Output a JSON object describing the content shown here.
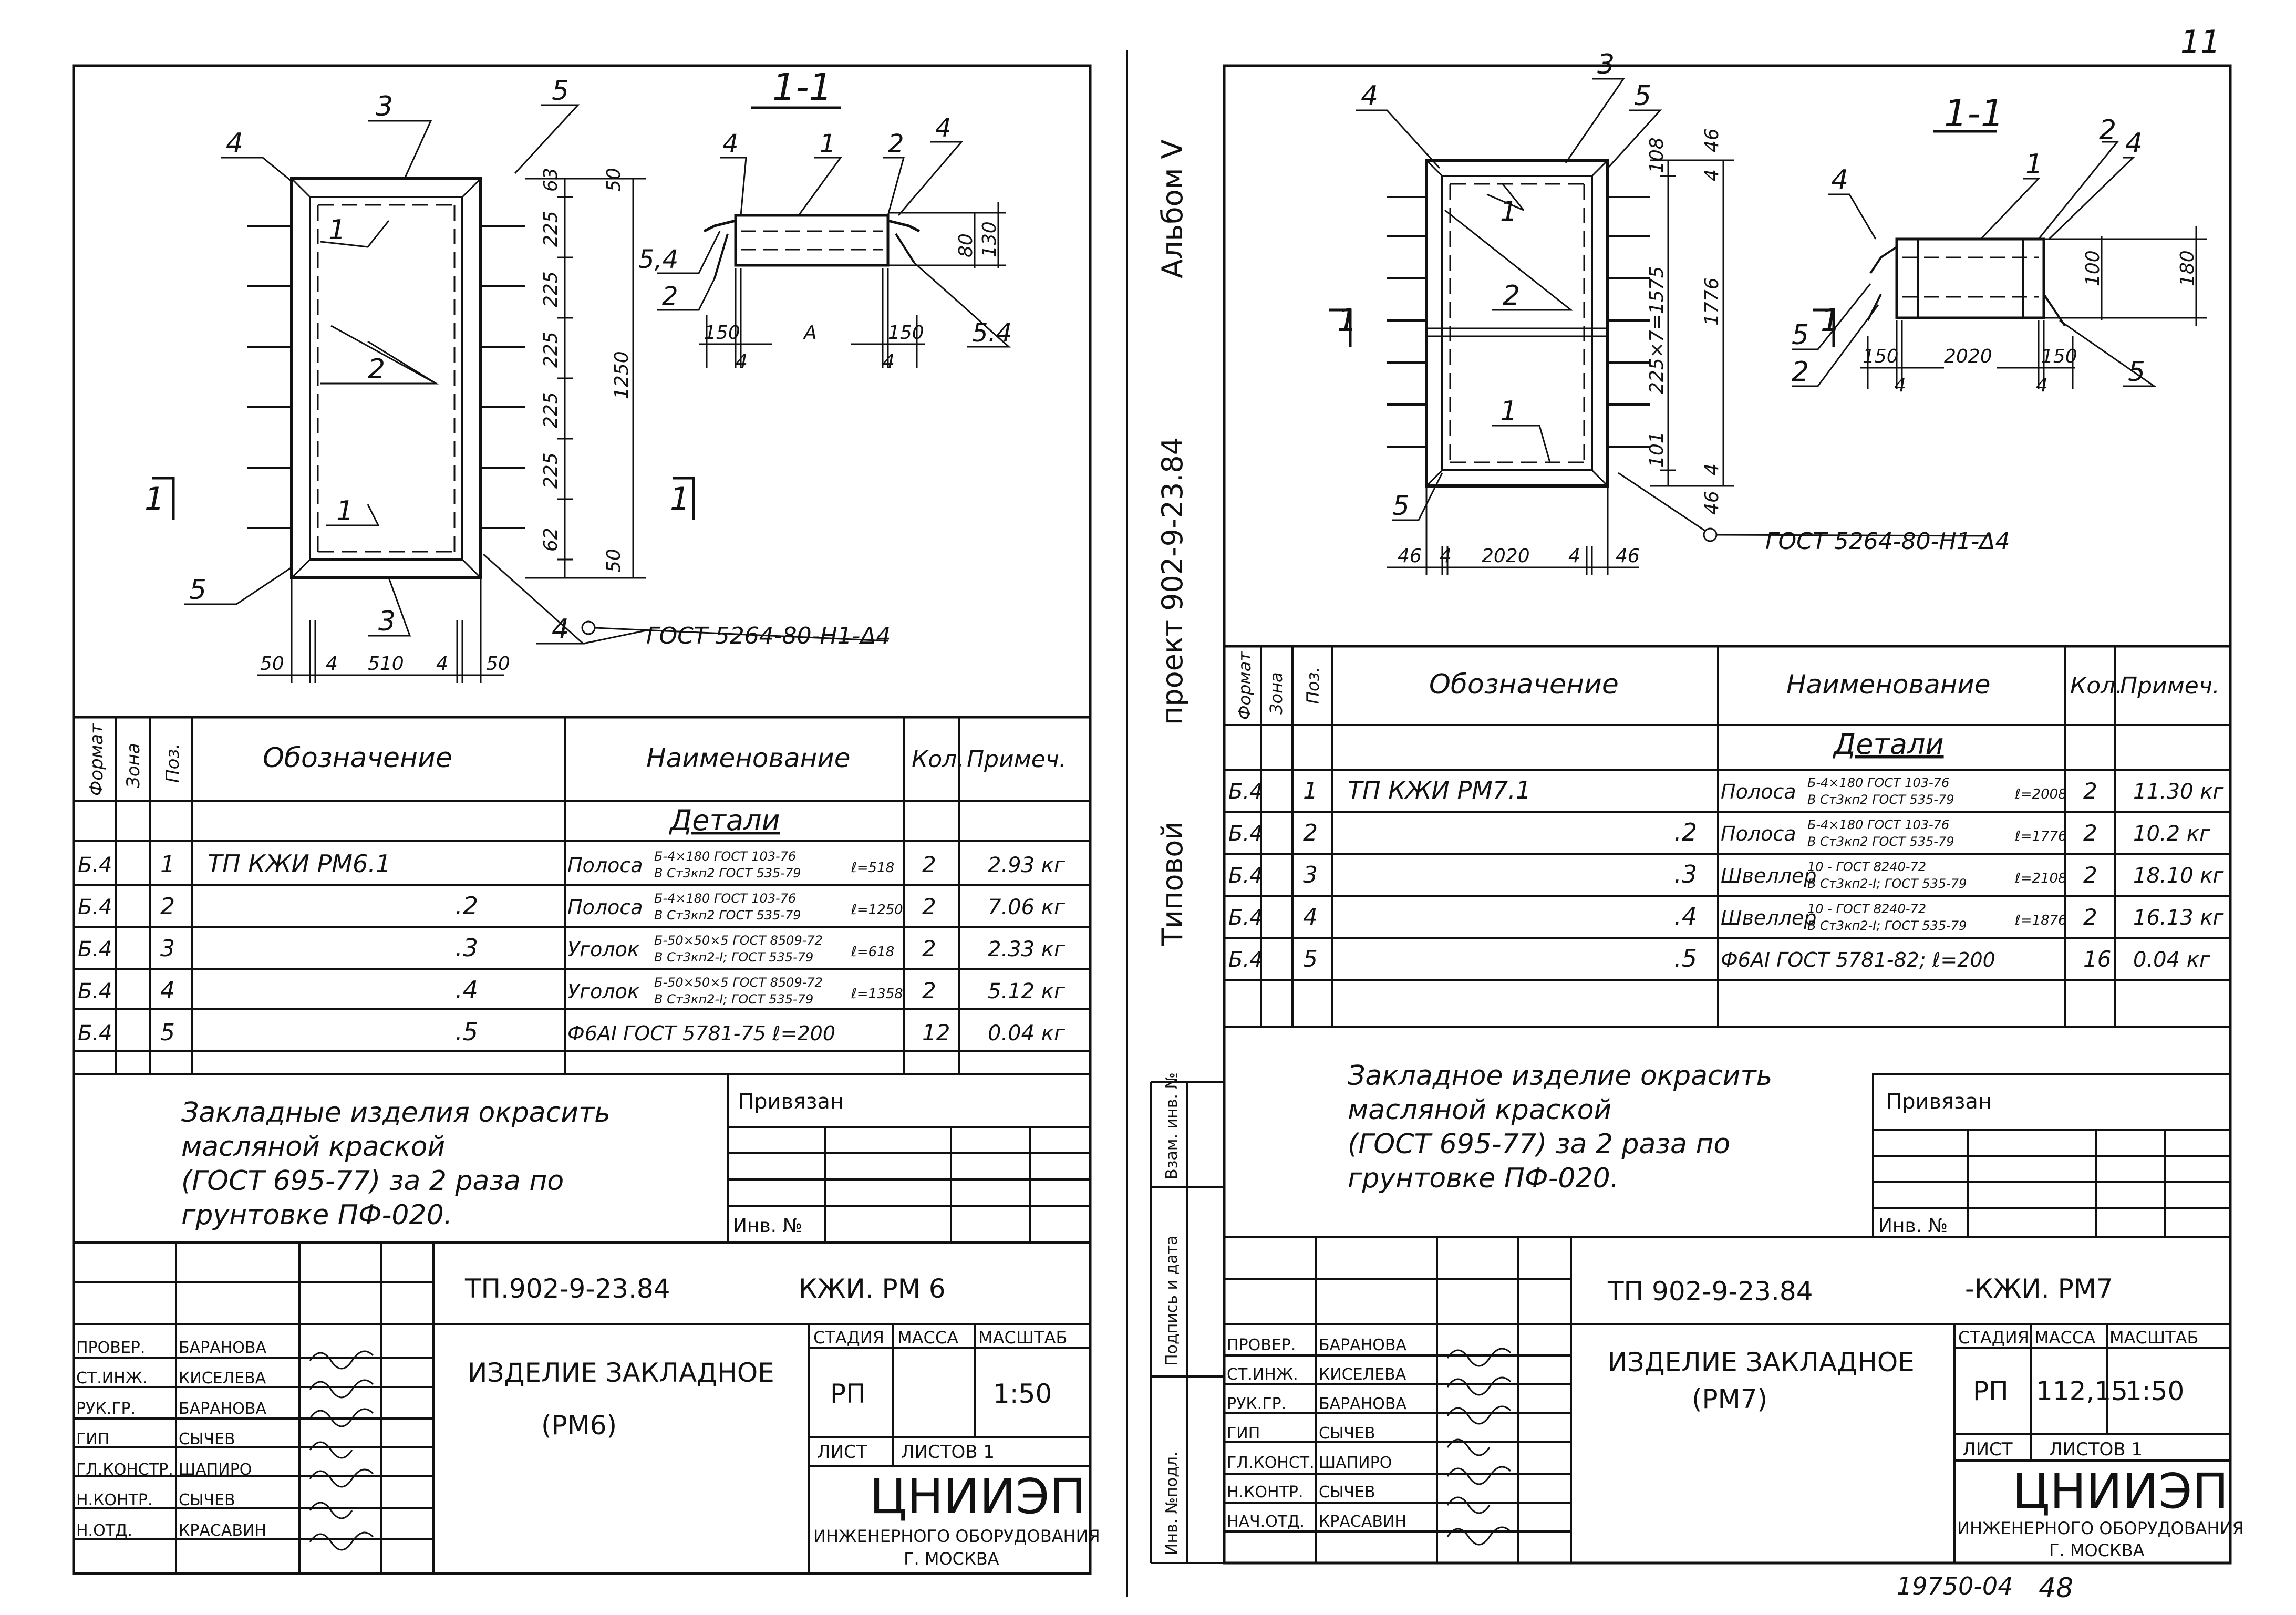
{
  "page_number": "11",
  "album_side": {
    "typovoy": "Типовой",
    "project": "проект 902-9-23.84",
    "album": "Альбом V"
  },
  "left": {
    "section_title": "1-1",
    "cut_label": "1",
    "pos_labels": [
      "1",
      "2",
      "3",
      "4",
      "5",
      "5,4",
      "5.4"
    ],
    "dims_side": [
      "63",
      "225",
      "225",
      "225",
      "225",
      "225",
      "62",
      "50",
      "50",
      "1250"
    ],
    "dims_bottom": [
      "50",
      "4",
      "510",
      "4",
      "50"
    ],
    "dims_section": [
      "150",
      "4",
      "A",
      "150",
      "4",
      "80",
      "130"
    ],
    "gost_note": "ГОСТ 5264-80-Н1-Δ4",
    "spec_headers": [
      "Формат",
      "Зона",
      "Поз.",
      "Обозначение",
      "Наименование",
      "Кол.",
      "Примеч."
    ],
    "details_label": "Детали",
    "spec_rows": [
      {
        "format": "Б.4",
        "pos": "1",
        "designation": "ТП          КЖИ РМ6.1",
        "name": "Полоса",
        "sub_top": "Б-4×180 ГОСТ 103-76",
        "sub_bot": "В Ст3кп2 ГОСТ 535-79",
        "len": "ℓ=518",
        "qty": "2",
        "note": "2.93 кг"
      },
      {
        "format": "Б.4",
        "pos": "2",
        "designation": ".2",
        "name": "Полоса",
        "sub_top": "Б-4×180 ГОСТ 103-76",
        "sub_bot": "В Ст3кп2 ГОСТ 535-79",
        "len": "ℓ=1250",
        "qty": "2",
        "note": "7.06 кг"
      },
      {
        "format": "Б.4",
        "pos": "3",
        "designation": ".3",
        "name": "Уголок",
        "sub_top": "Б-50×50×5 ГОСТ 8509-72",
        "sub_bot": "В Ст3кп2-I; ГОСТ 535-79",
        "len": "ℓ=618",
        "qty": "2",
        "note": "2.33 кг"
      },
      {
        "format": "Б.4",
        "pos": "4",
        "designation": ".4",
        "name": "Уголок",
        "sub_top": "Б-50×50×5 ГОСТ 8509-72",
        "sub_bot": "В Ст3кп2-I; ГОСТ 535-79",
        "len": "ℓ=1358",
        "qty": "2",
        "note": "5.12 кг"
      },
      {
        "format": "Б.4",
        "pos": "5",
        "designation": ".5",
        "name": "Ф6АI ГОСТ 5781-75  ℓ=200",
        "sub_top": "",
        "sub_bot": "",
        "len": "",
        "qty": "12",
        "note": "0.04 кг"
      }
    ],
    "note_lines": [
      "Закладные изделия окрасить",
      "масляной краской",
      "(ГОСТ 695-77) за 2 раза по",
      "грунтовке ПФ-020."
    ],
    "privyazan": "Привязан",
    "inv_no": "Инв. №",
    "doc_code": "ТП.902-9-23.84",
    "doc_code2": "КЖИ. РМ 6",
    "title_lines": [
      "ИЗДЕЛИЕ  ЗАКЛАДНОЕ",
      "(РМ6)"
    ],
    "stage_headers": [
      "СТАДИЯ",
      "МАССА",
      "МАСШТАБ"
    ],
    "stage": "РП",
    "mass": "",
    "scale": "1:50",
    "sheet_label": "ЛИСТ",
    "sheets_label": "ЛИСТОВ 1",
    "signers": [
      {
        "role": "ПРОВЕР.",
        "name": "БАРАНОВА"
      },
      {
        "role": "СТ.ИНЖ.",
        "name": "КИСЕЛЕВА"
      },
      {
        "role": "РУК.ГР.",
        "name": "БАРАНОВА"
      },
      {
        "role": "ГИП",
        "name": "СЫЧЕВ"
      },
      {
        "role": "ГЛ.КОНСТР.",
        "name": "ШАПИРО"
      },
      {
        "role": "Н.КОНТР.",
        "name": "СЫЧЕВ"
      },
      {
        "role": "Н.ОТД.",
        "name": "КРАСАВИН"
      }
    ],
    "org_big": "ЦНИИЭП",
    "org_line2": "ИНЖЕНЕРНОГО ОБОРУДОВАНИЯ",
    "org_line3": "Г. МОСКВА"
  },
  "right": {
    "section_title": "1-1",
    "cut_label": "1",
    "pos_labels": [
      "1",
      "2",
      "3",
      "4",
      "5"
    ],
    "dims_side": [
      "46",
      "108",
      "4",
      "225×7=1575",
      "1776",
      "101",
      "4",
      "46"
    ],
    "dims_bottom": [
      "46",
      "4",
      "2020",
      "4",
      "46"
    ],
    "dims_section": [
      "150",
      "4",
      "2020",
      "150",
      "4",
      "100",
      "180"
    ],
    "gost_note": "ГОСТ 5264-80-Н1-Δ4",
    "spec_headers": [
      "Формат",
      "Зона",
      "Поз.",
      "Обозначение",
      "Наименование",
      "Кол.",
      "Примеч."
    ],
    "details_label": "Детали",
    "spec_rows": [
      {
        "format": "Б.4",
        "pos": "1",
        "designation": "ТП          КЖИ РМ7.1",
        "name": "Полоса",
        "sub_top": "Б-4×180 ГОСТ 103-76",
        "sub_bot": "В Ст3кп2 ГОСТ 535-79",
        "len": "ℓ=2008",
        "qty": "2",
        "note": "11.30 кг"
      },
      {
        "format": "Б.4",
        "pos": "2",
        "designation": ".2",
        "name": "Полоса",
        "sub_top": "Б-4×180 ГОСТ 103-76",
        "sub_bot": "В Ст3кп2 ГОСТ 535-79",
        "len": "ℓ=1776",
        "qty": "2",
        "note": "10.2 кг"
      },
      {
        "format": "Б.4",
        "pos": "3",
        "designation": ".3",
        "name": "Швеллер",
        "sub_top": "10 - ГОСТ 8240-72",
        "sub_bot": "В Ст3кп2-I; ГОСТ 535-79",
        "len": "ℓ=2108",
        "qty": "2",
        "note": "18.10 кг"
      },
      {
        "format": "Б.4",
        "pos": "4",
        "designation": ".4",
        "name": "Швеллер",
        "sub_top": "10 - ГОСТ 8240-72",
        "sub_bot": "В Ст3кп2-I; ГОСТ 535-79",
        "len": "ℓ=1876",
        "qty": "2",
        "note": "16.13 кг"
      },
      {
        "format": "Б.4",
        "pos": "5",
        "designation": ".5",
        "name": "Ф6АI ГОСТ 5781-82; ℓ=200",
        "sub_top": "",
        "sub_bot": "",
        "len": "",
        "qty": "16",
        "note": "0.04 кг"
      }
    ],
    "note_lines": [
      "Закладное изделие окрасить",
      "масляной краской",
      "(ГОСТ 695-77) за 2 раза по",
      "грунтовке ПФ-020."
    ],
    "privyazan": "Привязан",
    "inv_no": "Инв. №",
    "side_stamp": [
      "Инв. №подл.",
      "Подпись и дата",
      "Взам. инв. №"
    ],
    "doc_code": "ТП 902-9-23.84",
    "doc_code2": "-КЖИ. РМ7",
    "title_lines": [
      "ИЗДЕЛИЕ  ЗАКЛАДНОЕ",
      "(РМ7)"
    ],
    "stage_headers": [
      "СТАДИЯ",
      "МАССА",
      "МАСШТАБ"
    ],
    "stage": "РП",
    "mass": "112,15",
    "scale": "1:50",
    "sheet_label": "ЛИСТ",
    "sheets_label": "ЛИСТОВ 1",
    "signers": [
      {
        "role": "ПРОВЕР.",
        "name": "БАРАНОВА"
      },
      {
        "role": "СТ.ИНЖ.",
        "name": "КИСЕЛЕВА"
      },
      {
        "role": "РУК.ГР.",
        "name": "БАРАНОВА"
      },
      {
        "role": "ГИП",
        "name": "СЫЧЕВ"
      },
      {
        "role": "ГЛ.КОНСТ.",
        "name": "ШАПИРО"
      },
      {
        "role": "Н.КОНТР.",
        "name": "СЫЧЕВ"
      },
      {
        "role": "НАЧ.ОТД.",
        "name": "КРАСАВИН"
      }
    ],
    "org_big": "ЦНИИЭП",
    "org_line2": "ИНЖЕНЕРНОГО ОБОРУДОВАНИЯ",
    "org_line3": "Г. МОСКВА",
    "archive_no": "19750-04",
    "page_no": "48"
  }
}
